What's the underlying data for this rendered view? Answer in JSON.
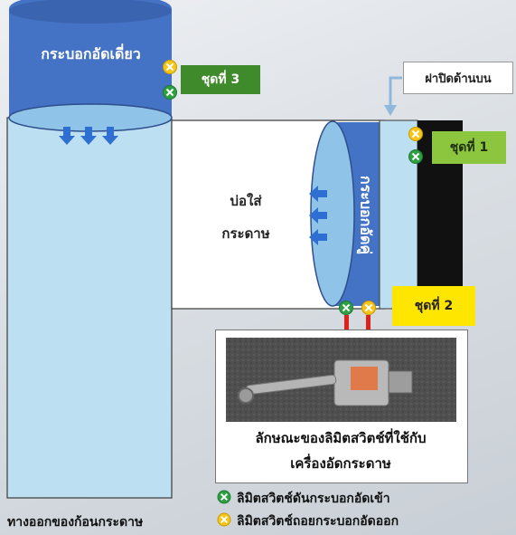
{
  "labels": {
    "top_press": "กระบอกอัดเดี่ยว",
    "paper_bin_line1": "บ่อใส่",
    "paper_bin_line2": "กระดาษ",
    "pair_press": "กระบอกอัดคู่",
    "top_lid": "ฝาปิดด้านบน",
    "set1": "ชุดที่ 1",
    "set2": "ชุดที่ 2",
    "set3": "ชุดที่ 3",
    "photo_caption_line1": "ลักษณะของลิมิตสวิตช์ที่ใช้กับ",
    "photo_caption_line2": "เครื่องอัดกระดาษ",
    "exit": "ทางออกของก้อนกระดาษ"
  },
  "legend": [
    {
      "icon": "green-switch-icon",
      "color": "#2ea043",
      "label": "ลิมิตสวิตช์ดันกระบอกอัดเข้า"
    },
    {
      "icon": "yellow-switch-icon",
      "color": "#f5c518",
      "label": "ลิมิตสวิตช์ถอยกระบอกอัดออก"
    }
  ],
  "colors": {
    "cylinder_blue": "#4472c4",
    "chamber_light": "#bcdff2",
    "green_switch": "#2ea043",
    "yellow_switch": "#f5c518",
    "set3_box": "#3f8a2b",
    "set1_box": "#8cc63f",
    "set2_box": "#ffe600",
    "red_arrow": "#e0221c"
  }
}
